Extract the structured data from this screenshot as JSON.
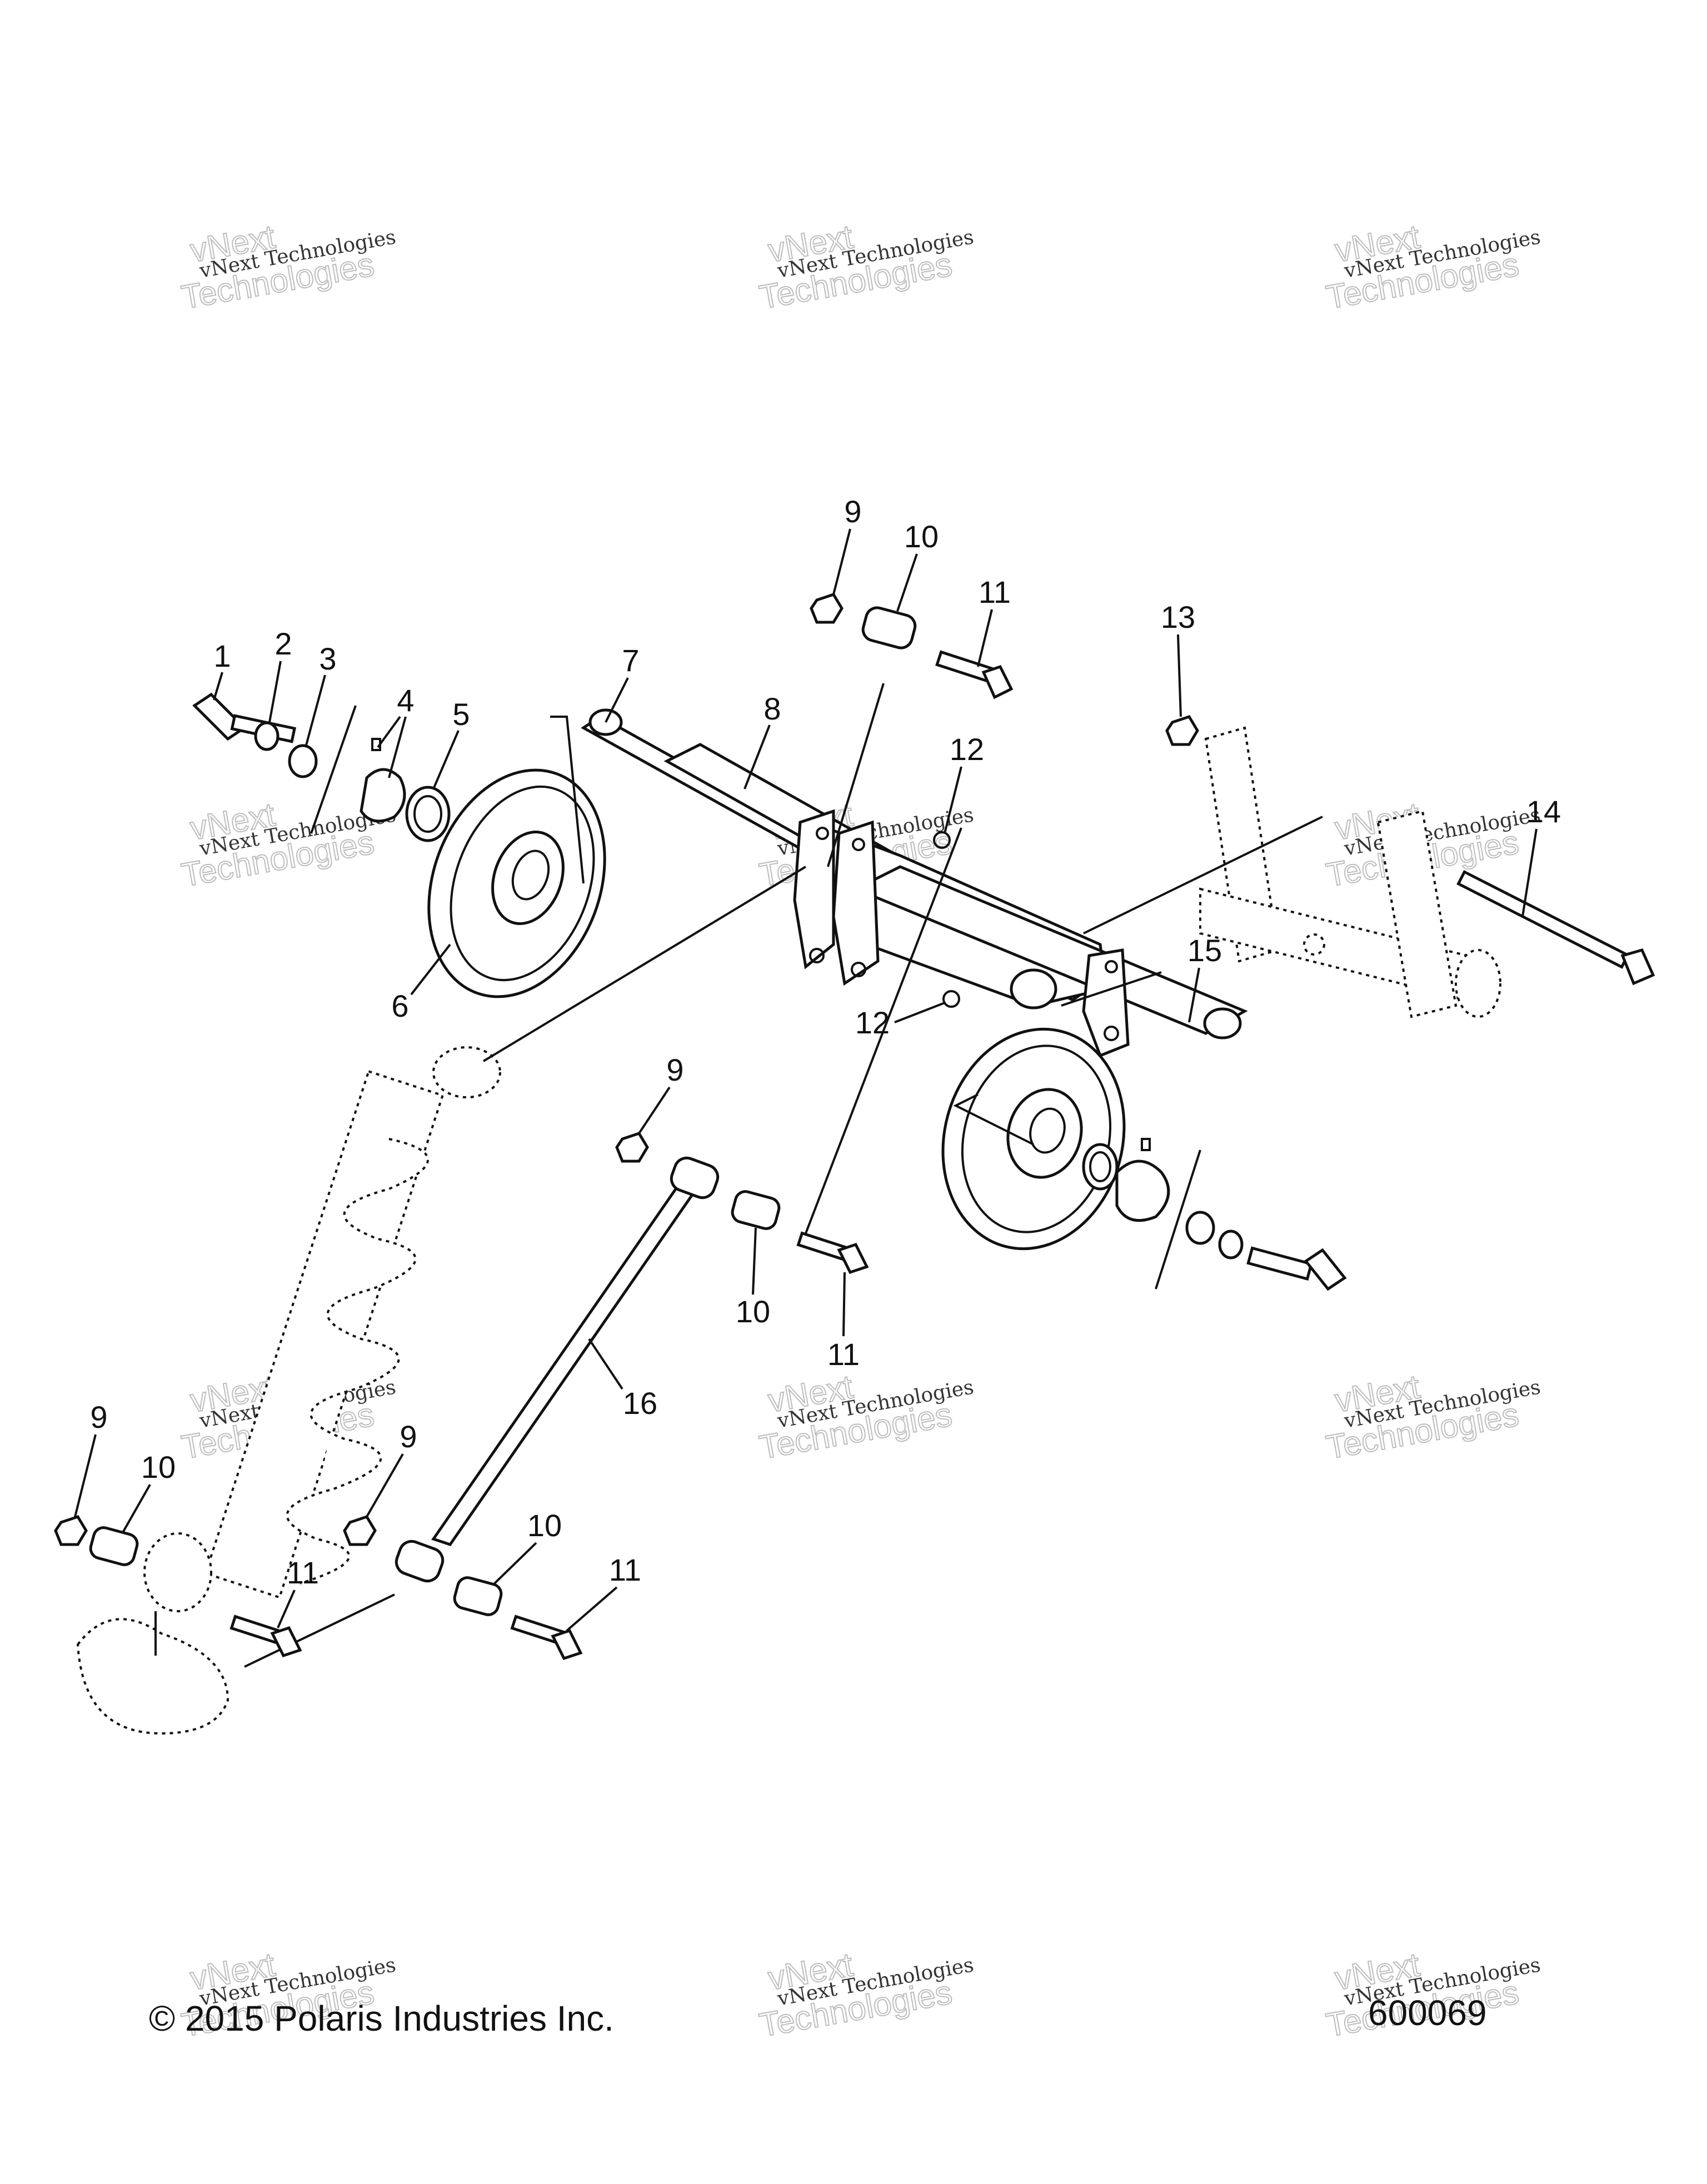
{
  "callouts": [
    "1",
    "2",
    "3",
    "4",
    "5",
    "6",
    "7",
    "8",
    "9",
    "10",
    "11",
    "12",
    "12",
    "13",
    "14",
    "15",
    "9",
    "10",
    "11",
    "16",
    "9",
    "10",
    "11",
    "9",
    "10",
    "11"
  ],
  "watermark": {
    "line": "vNext Technologies",
    "big_top": "vNext",
    "big_bottom": "Technologies"
  },
  "footer": {
    "copyright": "© 2015 Polaris Industries Inc.",
    "diagram_id": "600069"
  }
}
